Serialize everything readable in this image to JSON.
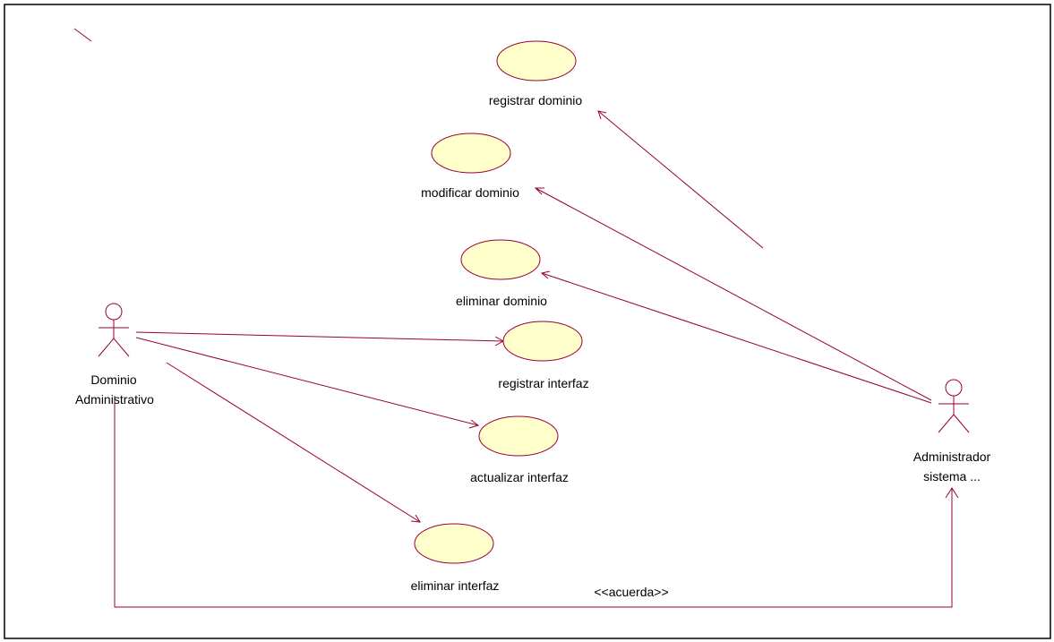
{
  "colors": {
    "line": "#990033",
    "use_case_fill": "#ffffcc",
    "frame": "#000000"
  },
  "use_cases": [
    {
      "id": "registrar-dominio",
      "label": "registrar dominio"
    },
    {
      "id": "modificar-dominio",
      "label": "modificar dominio"
    },
    {
      "id": "eliminar-dominio",
      "label": "eliminar dominio"
    },
    {
      "id": "registrar-interfaz",
      "label": "registrar interfaz"
    },
    {
      "id": "actualizar-interfaz",
      "label": "actualizar interfaz"
    },
    {
      "id": "eliminar-interfaz",
      "label": "eliminar interfaz"
    }
  ],
  "actors": {
    "dominio": {
      "label_line1": "Dominio",
      "label_line2": "Administrativo"
    },
    "administrador": {
      "label_line1": "Administrador",
      "label_line2": "sistema ..."
    }
  },
  "relations": {
    "acuerda_label": "<<acuerda>>"
  }
}
